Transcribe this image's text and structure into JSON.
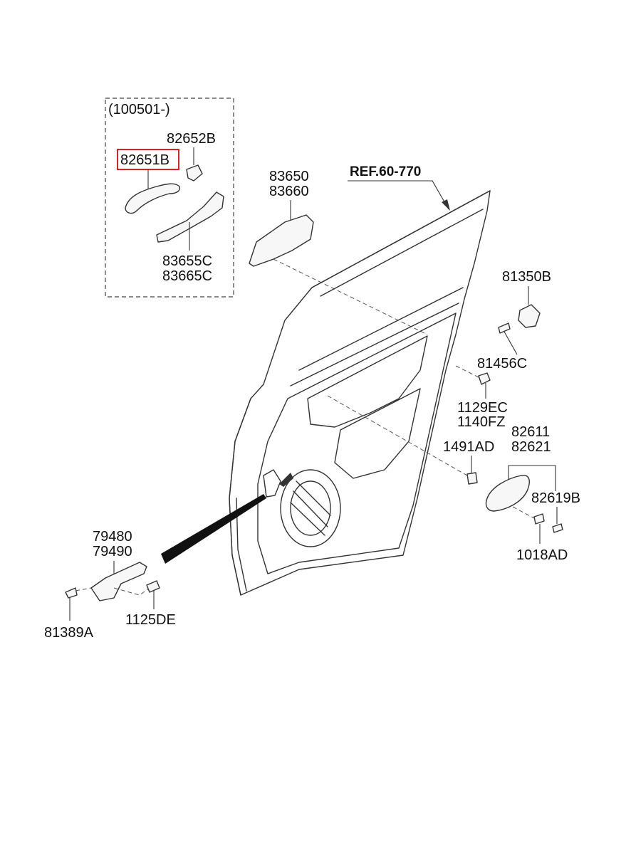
{
  "group": {
    "range_label": "(100501-)"
  },
  "reference": {
    "label": "REF.60-770"
  },
  "highlight_color": "#e02020",
  "labels": {
    "p82652B": "82652B",
    "p82651B": "82651B",
    "p83655C": "83655C",
    "p83665C": "83665C",
    "p83650": "83650",
    "p83660": "83660",
    "p81350B": "81350B",
    "p81456C": "81456C",
    "p1129EC": "1129EC",
    "p1140FZ": "1140FZ",
    "p82611": "82611",
    "p82621": "82621",
    "p1491AD": "1491AD",
    "p82619B": "82619B",
    "p1018AD": "1018AD",
    "p79480": "79480",
    "p79490": "79490",
    "p81389A": "81389A",
    "p1125DE": "1125DE"
  }
}
